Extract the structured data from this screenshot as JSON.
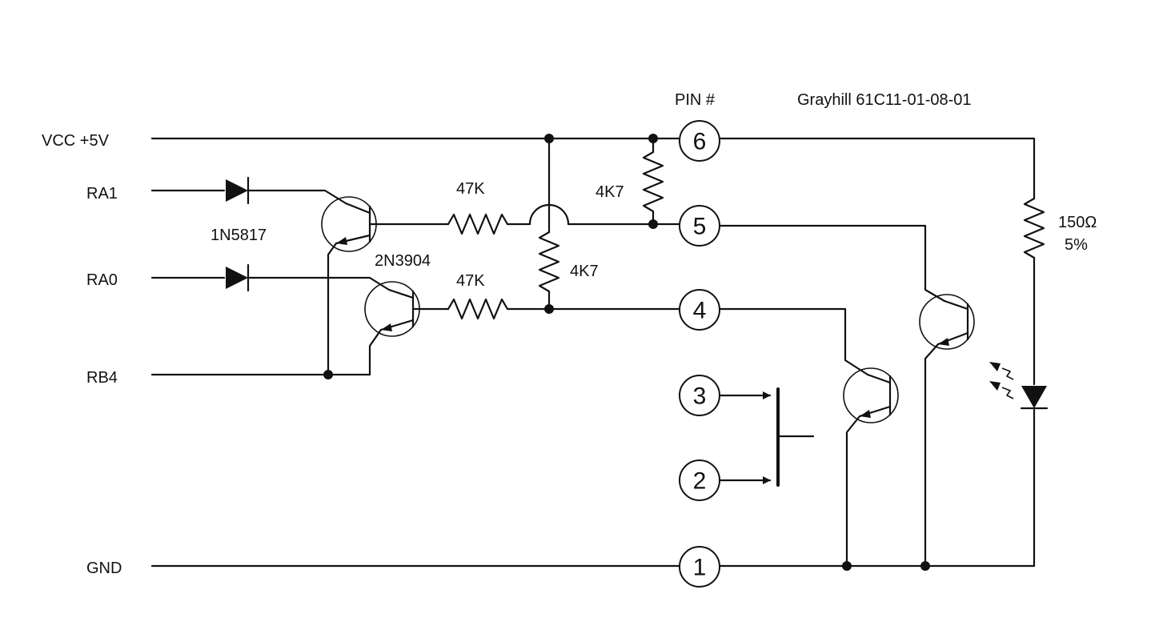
{
  "nets": {
    "vcc": "VCC +5V",
    "ra1": "RA1",
    "ra0": "RA0",
    "rb4": "RB4",
    "gnd": "GND"
  },
  "header": {
    "pin_heading": "PIN #",
    "part_number": "Grayhill 61C11-01-08-01"
  },
  "components": {
    "diode_part": "1N5817",
    "transistor_part": "2N3904",
    "r_base_upper": "47K",
    "r_base_lower": "47K",
    "r_pullup_mid": "4K7",
    "r_pullup_pin5": "4K7",
    "led_resistor_value": "150Ω",
    "led_resistor_tolerance": "5%"
  },
  "pins": [
    "6",
    "5",
    "4",
    "3",
    "2",
    "1"
  ]
}
